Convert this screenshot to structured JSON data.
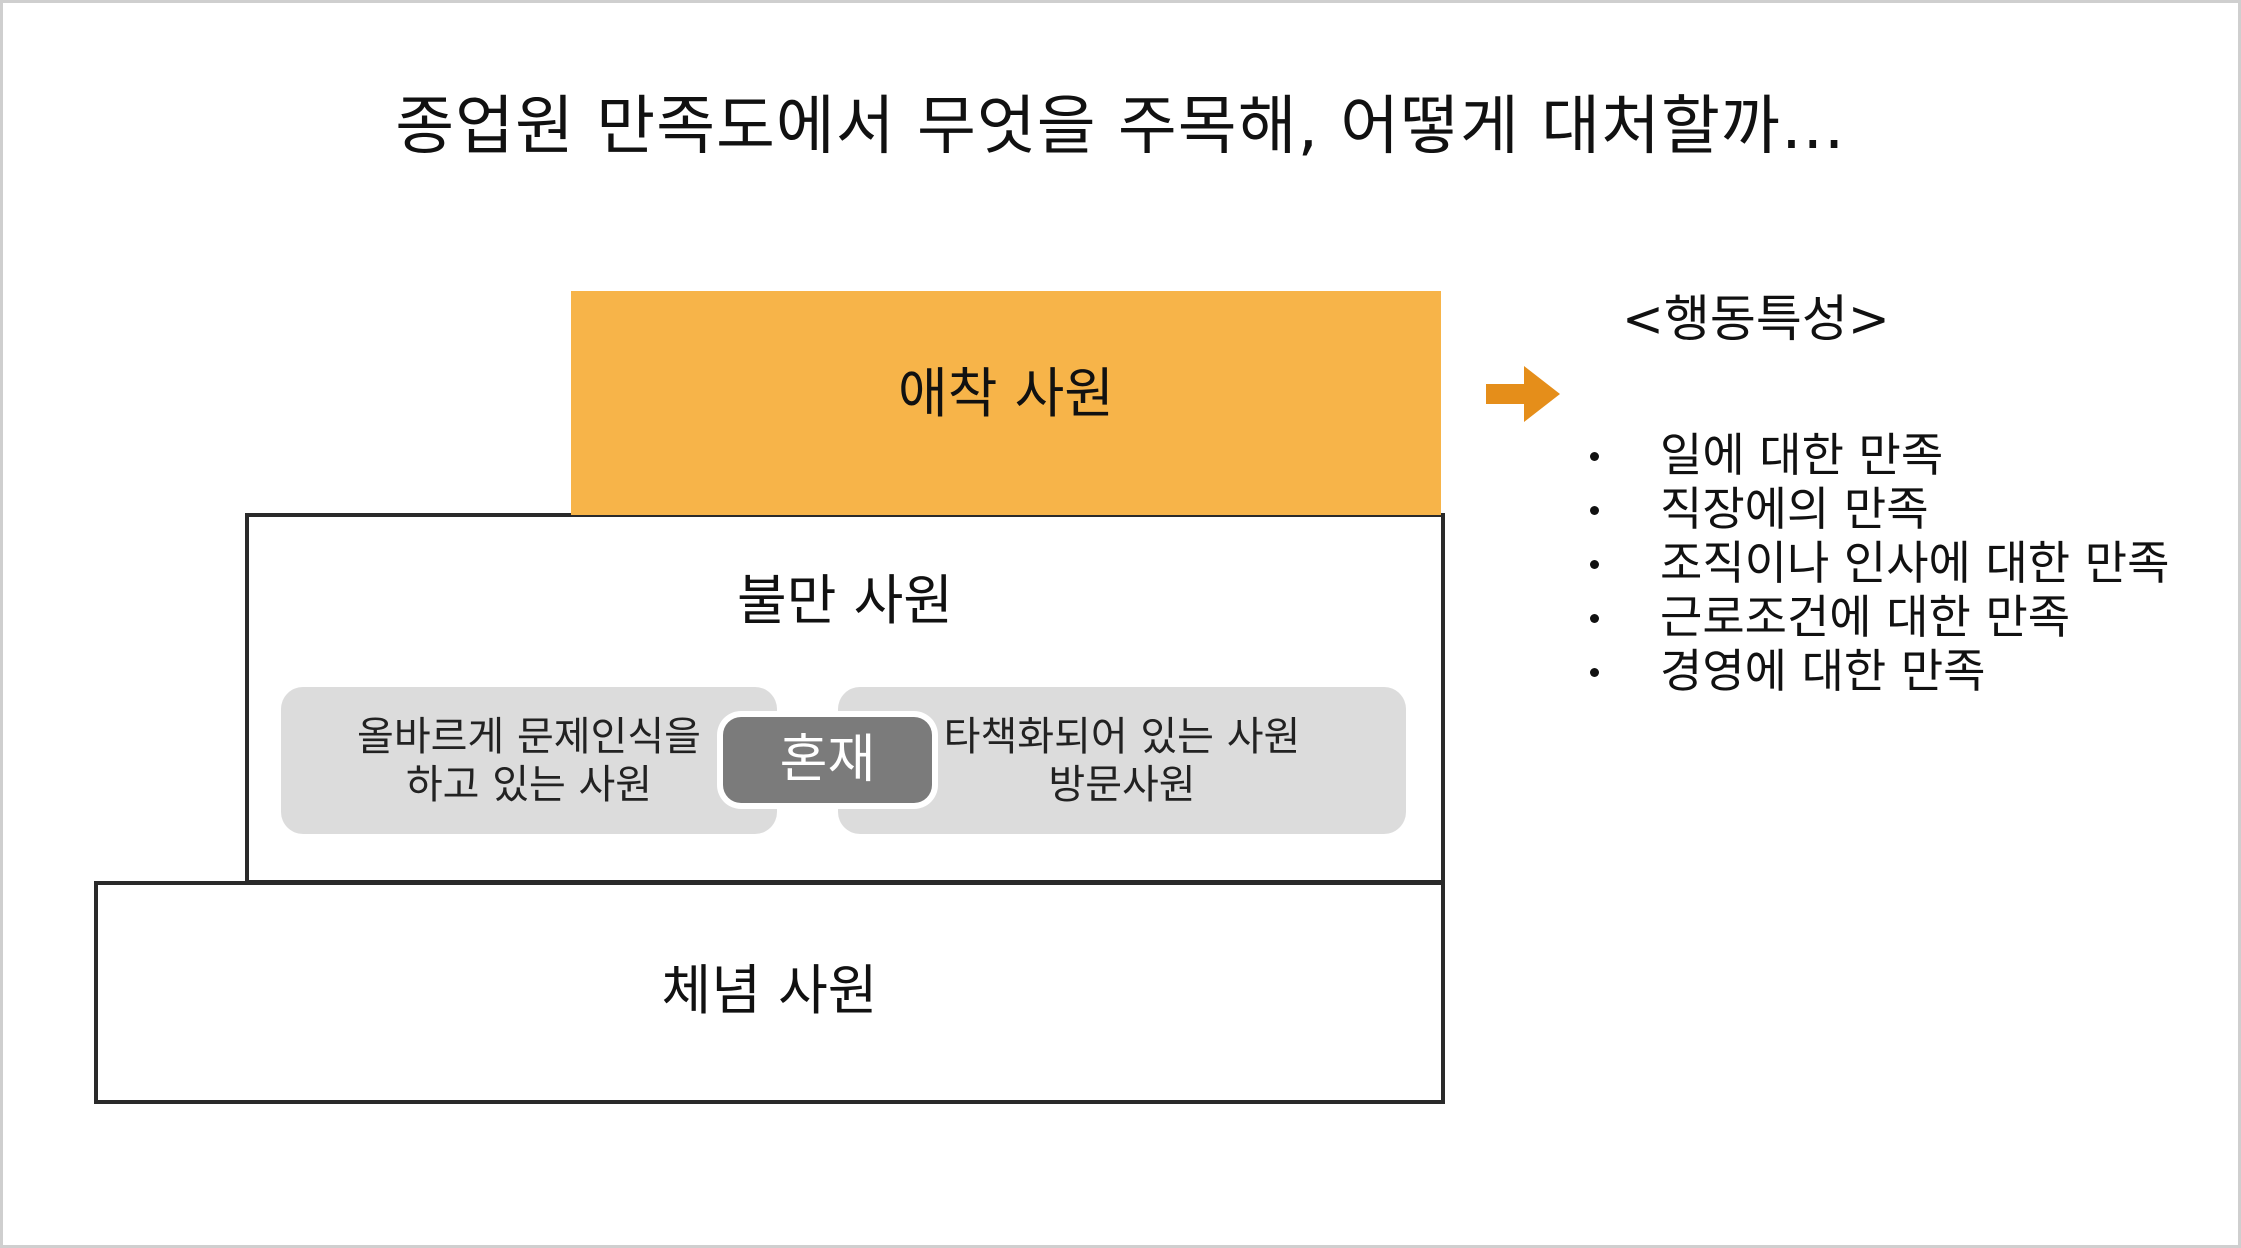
{
  "title": "종업원 만족도에서 무엇을 주목해, 어떻게 대처할까…",
  "pyramid": {
    "top_label": "애착 사원",
    "middle_label": "불만 사원",
    "bottom_label": "체념 사원",
    "left_pill": {
      "line1": "올바르게 문제인식을",
      "line2": "하고 있는 사원"
    },
    "center_pill": "혼재",
    "right_pill": {
      "line1": "타책화되어 있는 사원",
      "line2": "방문사원"
    }
  },
  "behavior": {
    "title": "<행동특성>",
    "items": [
      "일에 대한 만족",
      "직장에의 만족",
      "조직이나 인사에 대한 만족",
      "근로조건에 대한 만족",
      "경영에 대한 만족"
    ]
  },
  "colors": {
    "accent": "#f7b449",
    "arrow": "#e58e1a",
    "pill": "#dcdcdc",
    "mix_pill": "#7b7b7b",
    "border": "#2a2a2a"
  }
}
